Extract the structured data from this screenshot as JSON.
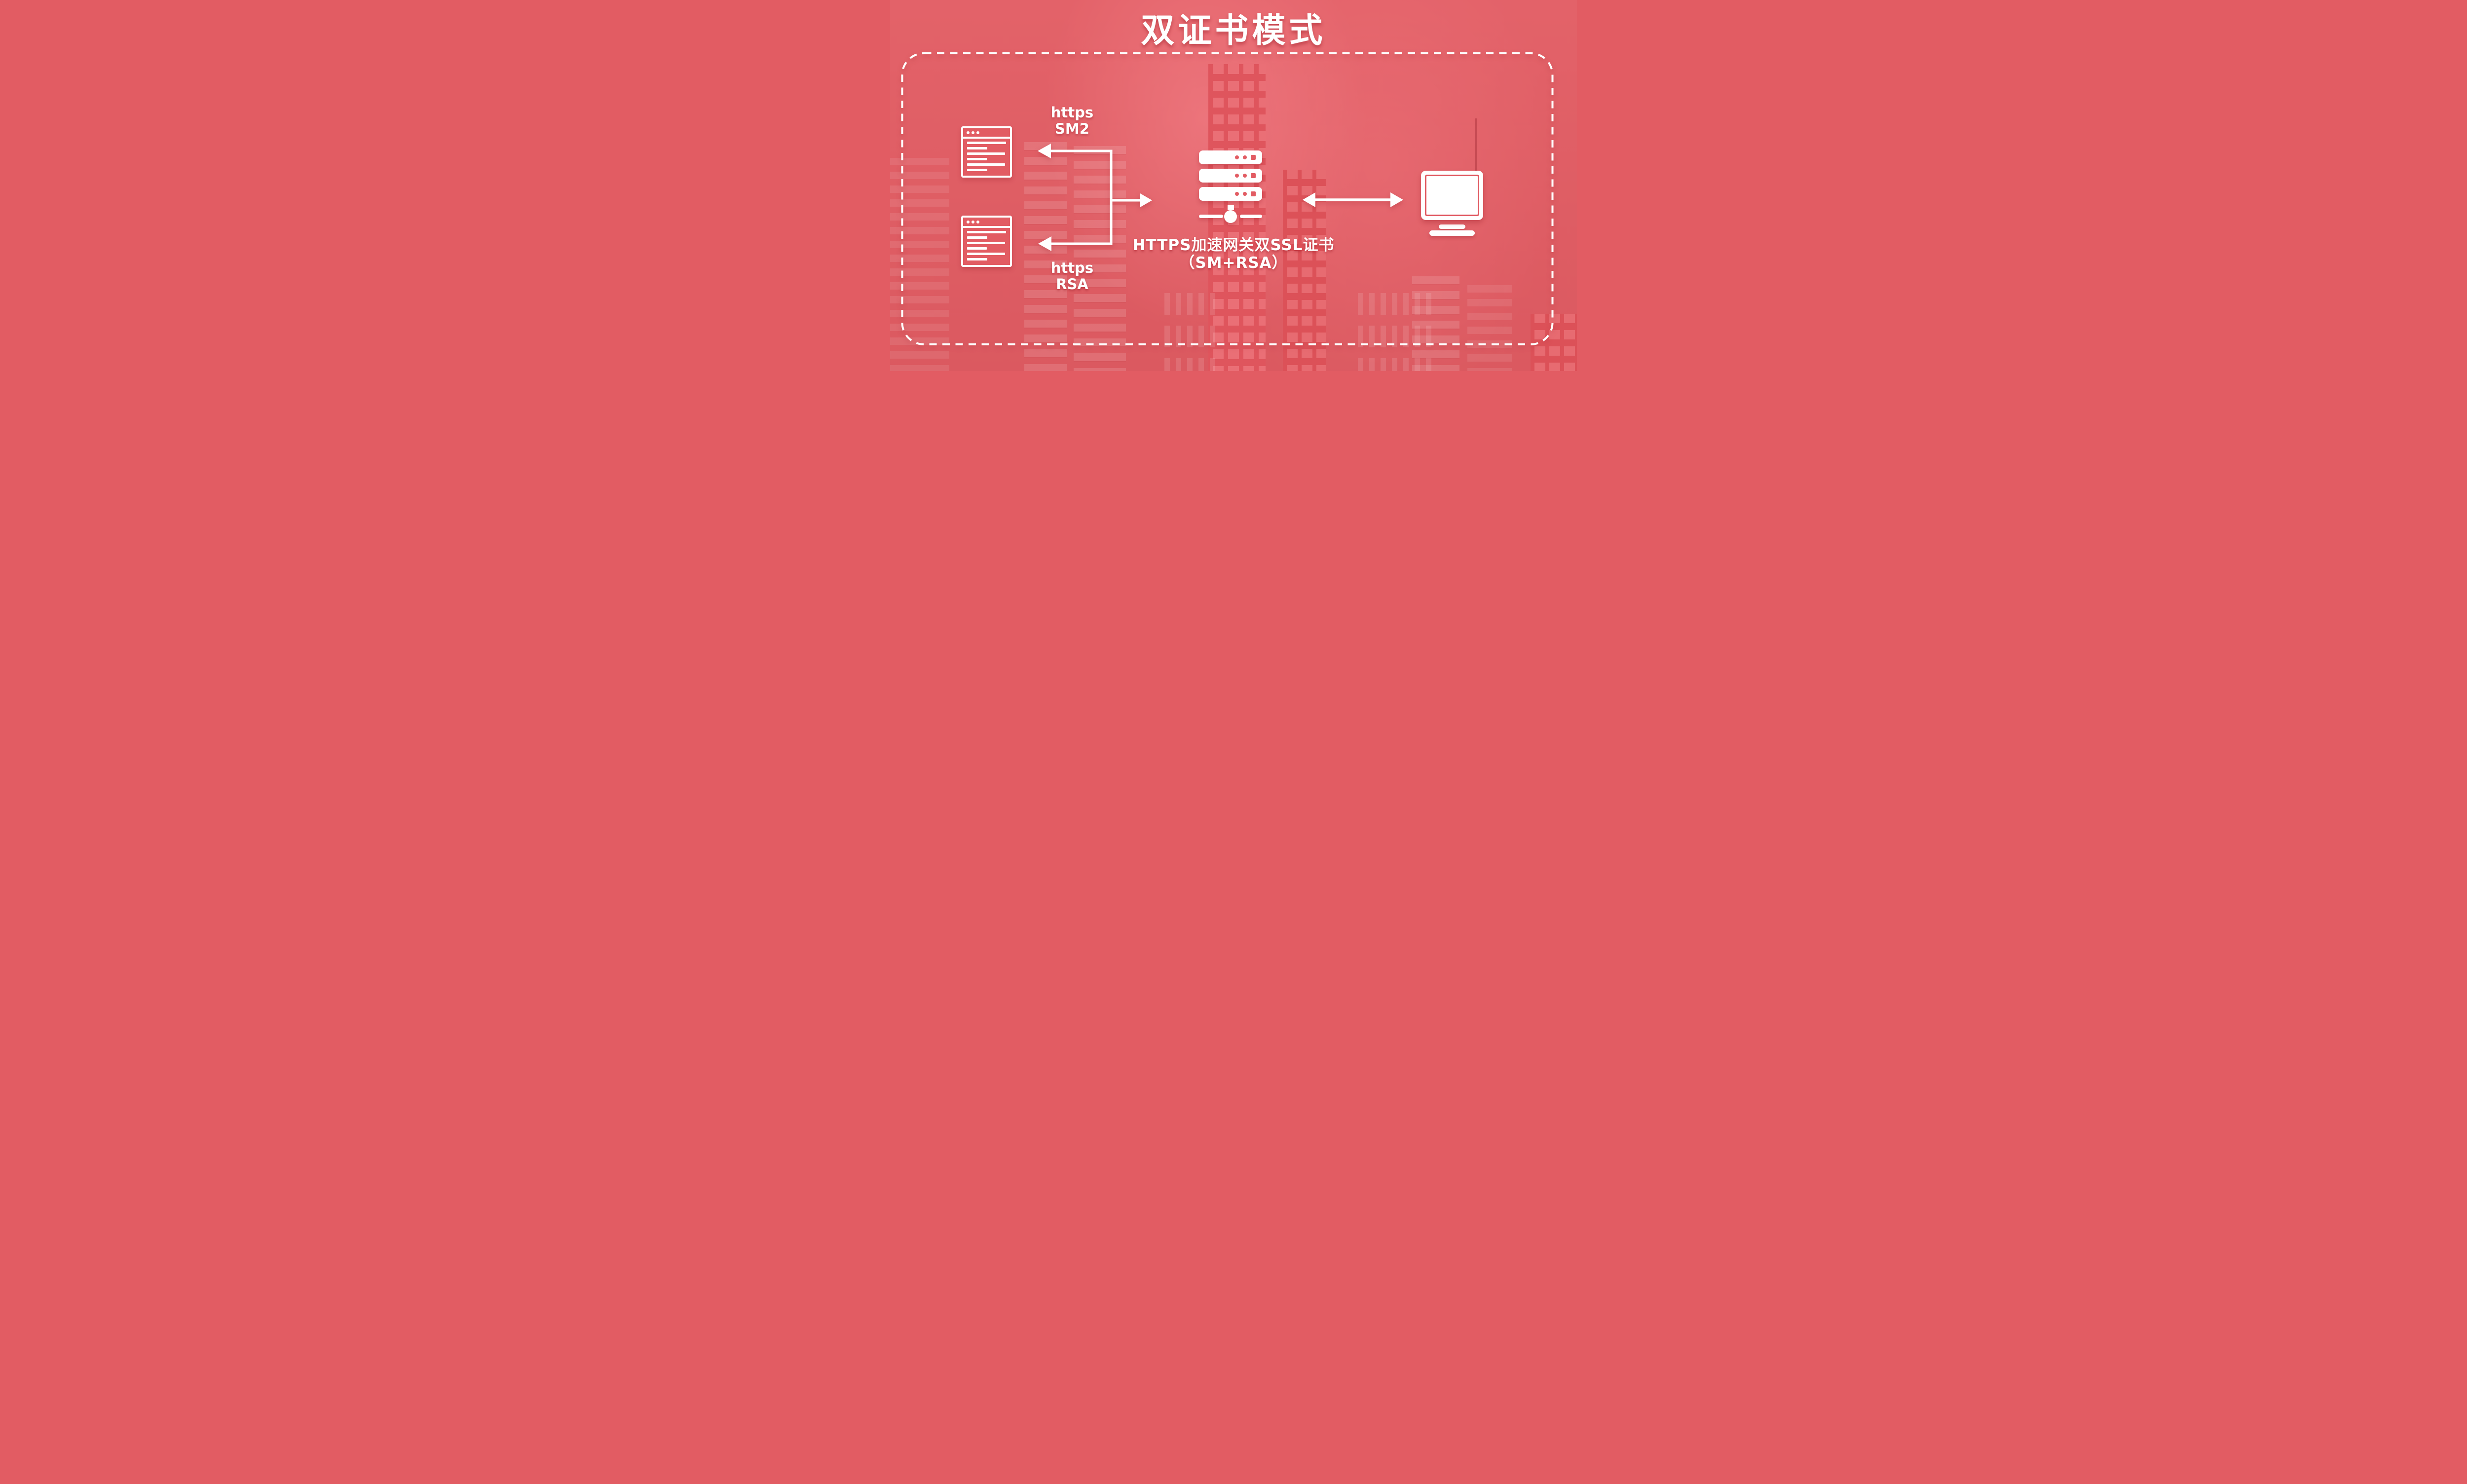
{
  "title": "双证书模式",
  "left_labels": {
    "top": {
      "line1": "https",
      "line2": "SM2"
    },
    "bottom": {
      "line1": "https",
      "line2": "RSA"
    }
  },
  "gateway_label": {
    "line1": "HTTPS加速网关双SSL证书",
    "line2": "（SM+RSA）"
  },
  "icons": {
    "browser_top": "browser-window-icon",
    "browser_bottom": "browser-window-icon",
    "gateway": "server-icon",
    "client": "monitor-icon",
    "arrow_top": "left-arrow-icon",
    "arrow_bottom": "left-arrow-icon",
    "arrow_to_gateway": "right-arrow-icon",
    "arrow_gateway_client": "double-headed-arrow-icon",
    "boundary": "dashed-rounded-border"
  },
  "colors": {
    "background": "#e25c63",
    "foreground": "#ffffff",
    "window_tint": "#ec747a",
    "shade_tint": "#dc535b"
  }
}
